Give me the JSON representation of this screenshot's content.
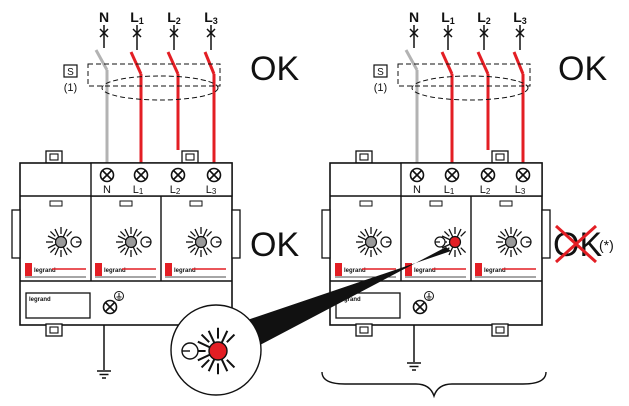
{
  "diagram": {
    "phase_labels": {
      "n": "N",
      "l1": "L",
      "l1_sub": "1",
      "l2": "L",
      "l2_sub": "2",
      "l3": "L",
      "l3_sub": "3"
    },
    "breaker_marker": "S",
    "breaker_note": "(1)",
    "status_top": "OK",
    "status_modules_ok": "OK",
    "status_modules_fault": "OK",
    "fault_note": "(*)",
    "module_brand": "legrand",
    "base_brand": "legrand",
    "colors": {
      "phase_wire": "#e31e24",
      "neutral_wire": "#b3b3b3",
      "fault_cross": "#e31e24",
      "indicator_ok": "#9a9a9a",
      "indicator_fault": "#e31e24",
      "outline": "#111111"
    }
  }
}
